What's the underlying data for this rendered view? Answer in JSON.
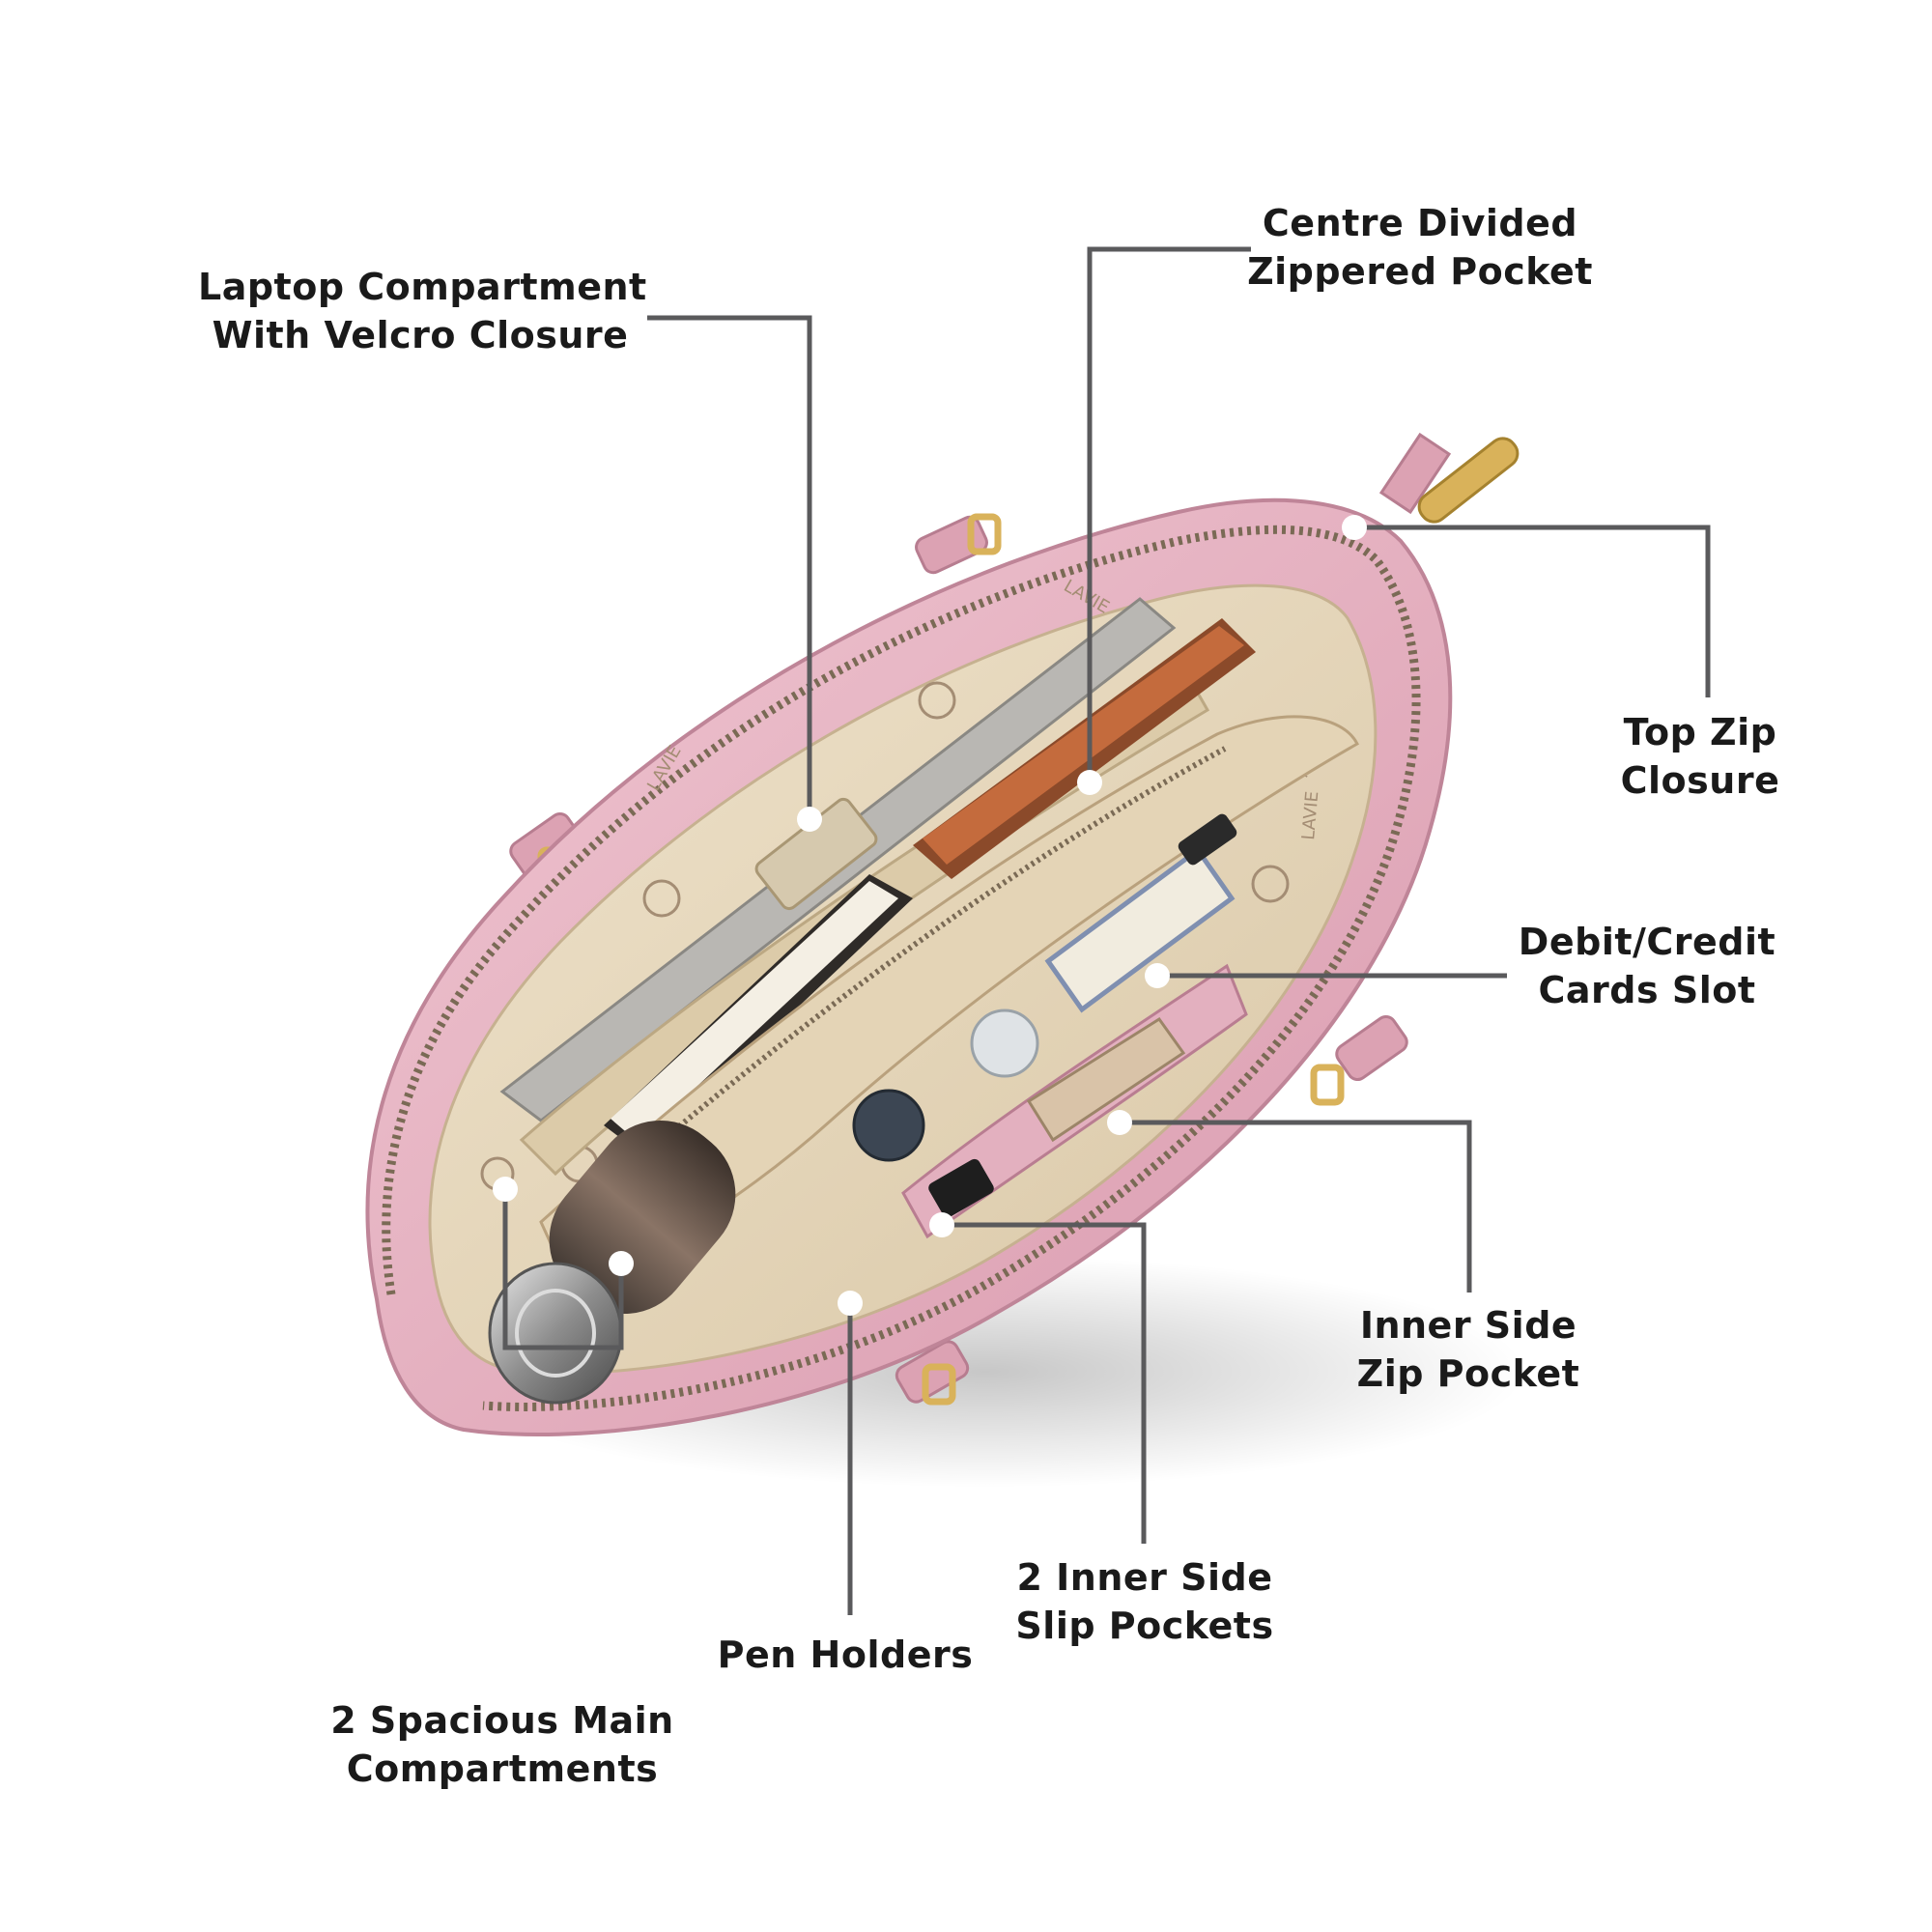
{
  "colors": {
    "bag_pink": "#e7b3c1",
    "bag_pink_dark": "#c78a9c",
    "lining": "#e9dcc4",
    "lining_dark": "#cdbb9c",
    "zipper": "#7a6a55",
    "hardware_gold": "#d9b25a",
    "leader_line": "#5a5a5c",
    "label_text": "#1a1a1a"
  },
  "lining_print": "LAVIE",
  "callouts": [
    {
      "id": "laptop",
      "lines": [
        "Laptop Compartment",
        "With Velcro Closure"
      ]
    },
    {
      "id": "centre",
      "lines": [
        "Centre Divided",
        "Zippered Pocket"
      ]
    },
    {
      "id": "topzip",
      "lines": [
        "Top Zip",
        "Closure"
      ]
    },
    {
      "id": "cards",
      "lines": [
        "Debit/Credit",
        "Cards Slot"
      ]
    },
    {
      "id": "innerzip",
      "lines": [
        "Inner Side",
        "Zip Pocket"
      ]
    },
    {
      "id": "slip",
      "lines": [
        "2 Inner Side",
        "Slip Pockets"
      ]
    },
    {
      "id": "pen",
      "lines": [
        "Pen Holders"
      ]
    },
    {
      "id": "main",
      "lines": [
        "2 Spacious Main",
        "Compartments"
      ]
    }
  ]
}
